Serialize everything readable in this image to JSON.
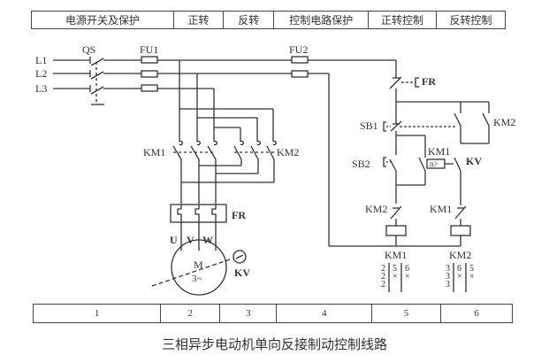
{
  "header_sections": [
    {
      "label": "电源开关及保护",
      "width": 162
    },
    {
      "label": "正转",
      "width": 56
    },
    {
      "label": "反转",
      "width": 57
    },
    {
      "label": "控制电路保护",
      "width": 107
    },
    {
      "label": "正转控制",
      "width": 77
    },
    {
      "label": "反转控制",
      "width": 78
    }
  ],
  "footer_sections": [
    {
      "label": "1"
    },
    {
      "label": "2"
    },
    {
      "label": "3"
    },
    {
      "label": "4"
    },
    {
      "label": "5"
    },
    {
      "label": "6"
    }
  ],
  "caption": "三相异步电动机单向反接制动控制线路",
  "labels": {
    "L1": "L1",
    "L2": "L2",
    "L3": "L3",
    "QS": "QS",
    "FU1": "FU1",
    "FU2": "FU2",
    "KM1_main": "KM1",
    "KM2_main": "KM2",
    "FR_main": "FR",
    "FR_ctrl": "FR",
    "U": "U",
    "V": "V",
    "W": "W",
    "motor_M": "M",
    "motor_type": "3~",
    "KV_sensor": "KV",
    "SB1": "SB1",
    "SB2": "SB2",
    "KM2_hold": "KM2",
    "KM1_aux": "KM1",
    "KV_contact": "KV",
    "speed_relay": "n>",
    "KM2_interlock": "KM2",
    "KM1_interlock": "KM1",
    "KM1_coil": "KM1",
    "KM2_coil": "KM2"
  },
  "contact_tables": {
    "KM1": {
      "col1": [
        "2",
        "2",
        "2"
      ],
      "col2": [
        "5",
        "×"
      ],
      "col3": [
        "6",
        "×"
      ]
    },
    "KM2": {
      "col1": [
        "3",
        "3",
        "3"
      ],
      "col2": [
        "6",
        "×"
      ],
      "col3": [
        "5",
        "×"
      ]
    }
  }
}
